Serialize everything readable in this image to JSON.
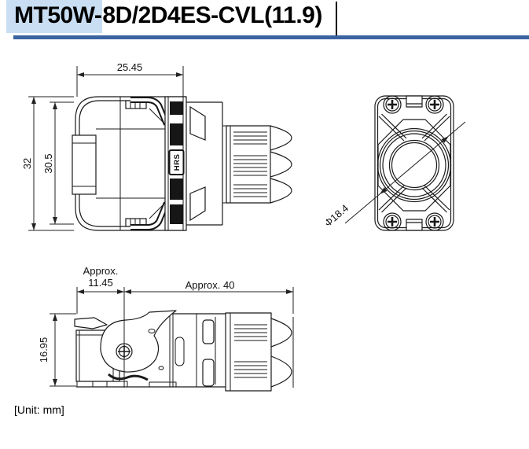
{
  "header": {
    "title_highlighted": "MT50W-",
    "title_rest": "8D/2D4ES-CVL(11.9)"
  },
  "footer": {
    "unit_note": "[Unit: mm]"
  },
  "drawing": {
    "side_view": {
      "dim_width_top": "25.45",
      "dim_height_outer": "32",
      "dim_height_inner": "30.5",
      "logo": "HRS"
    },
    "front_view": {
      "dim_diameter": "Φ18.4"
    },
    "top_view": {
      "dim_left_label": "Approx.",
      "dim_left_value": "11.45",
      "dim_right": "Approx. 40",
      "dim_height": "16.95"
    }
  },
  "colors": {
    "selection_highlight": "#c9def3",
    "heading_rule_blue": "#3a63a0",
    "drawing_line": "#1a1a1a"
  }
}
